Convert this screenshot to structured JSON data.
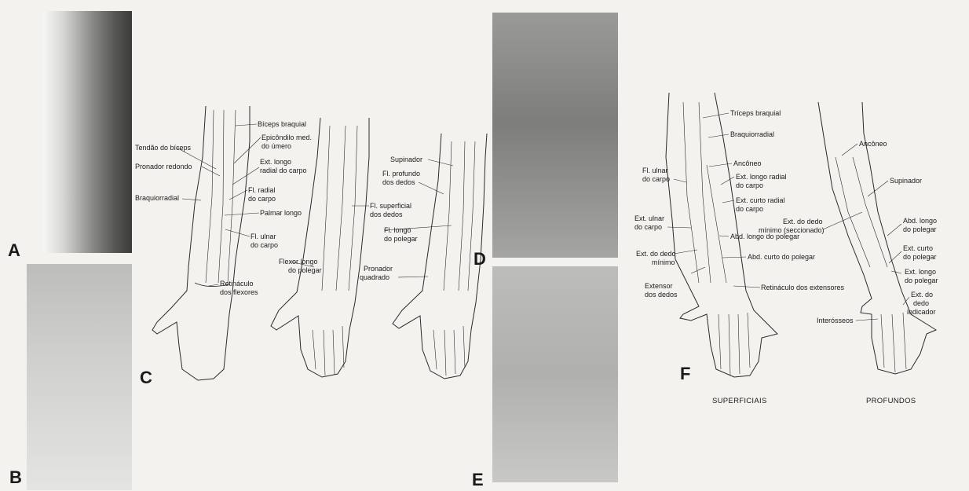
{
  "panels": {
    "A": "A",
    "B": "B",
    "C": "C",
    "D": "D",
    "E": "E",
    "F": "F"
  },
  "labels_C": {
    "biceps_braquial": "Bíceps braquial",
    "tendao_biceps": "Tendão do bíceps",
    "epicondilo_1": "Epicôndilo med.",
    "epicondilo_2": "do úmero",
    "pronador_redondo": "Pronador redondo",
    "ext_longo_radial_1": "Ext. longo",
    "ext_longo_radial_2": "radial do carpo",
    "braquiorradial": "Braquiorradial",
    "fl_radial_1": "Fl. radial",
    "fl_radial_2": "do carpo",
    "palmar_longo": "Palmar longo",
    "fl_ulnar_1": "Fl. ulnar",
    "fl_ulnar_2": "do carpo",
    "retinaculo_flex_1": "Retináculo",
    "retinaculo_flex_2": "dos flexores",
    "flexor_longo_1": "Flexor longo",
    "flexor_longo_2": "do polegar",
    "supinador": "Supinador",
    "fl_profundo_1": "Fl. profundo",
    "fl_profundo_2": "dos dedos",
    "fl_superficial_1": "Fl. superficial",
    "fl_superficial_2": "dos dedos",
    "fl_longo_polegar_1": "Fl. longo",
    "fl_longo_polegar_2": "do polegar",
    "pronador_quadrado_1": "Pronador",
    "pronador_quadrado_2": "quadrado"
  },
  "labels_F": {
    "triceps": "Tríceps braquial",
    "braquiorradial": "Braquiorradial",
    "anconeo": "Ancôneo",
    "fl_ulnar_1": "Fl. ulnar",
    "fl_ulnar_2": "do carpo",
    "ext_longo_radial_1": "Ext. longo radial",
    "ext_longo_radial_2": "do carpo",
    "ext_curto_radial_1": "Ext. curto radial",
    "ext_curto_radial_2": "do carpo",
    "ext_ulnar_1": "Ext. ulnar",
    "ext_ulnar_2": "do carpo",
    "abd_longo": "Abd. longo do polegar",
    "ext_dedo_minimo_1": "Ext. do dedo",
    "ext_dedo_minimo_2": "mínimo",
    "abd_curto": "Abd. curto do polegar",
    "extensor_dedos_1": "Extensor",
    "extensor_dedos_2": "dos dedos",
    "retinaculo_ext": "Retináculo dos extensores",
    "anconeo_deep": "Ancôneo",
    "supinador": "Supinador",
    "ext_dedo_min_sec_1": "Ext. do dedo",
    "ext_dedo_min_sec_2": "mínimo (seccionado)",
    "abd_longo_polegar_1": "Abd. longo",
    "abd_longo_polegar_2": "do polegar",
    "ext_curto_polegar_1": "Ext. curto",
    "ext_curto_polegar_2": "do polegar",
    "ext_longo_polegar_1": "Ext. longo",
    "ext_longo_polegar_2": "do polegar",
    "ext_indicador_1": "Ext. do",
    "ext_indicador_2": "dedo",
    "ext_indicador_3": "indicador",
    "interosseos": "Interósseos",
    "cap_superficiais": "SUPERFICIAIS",
    "cap_profundos": "PROFUNDOS"
  }
}
